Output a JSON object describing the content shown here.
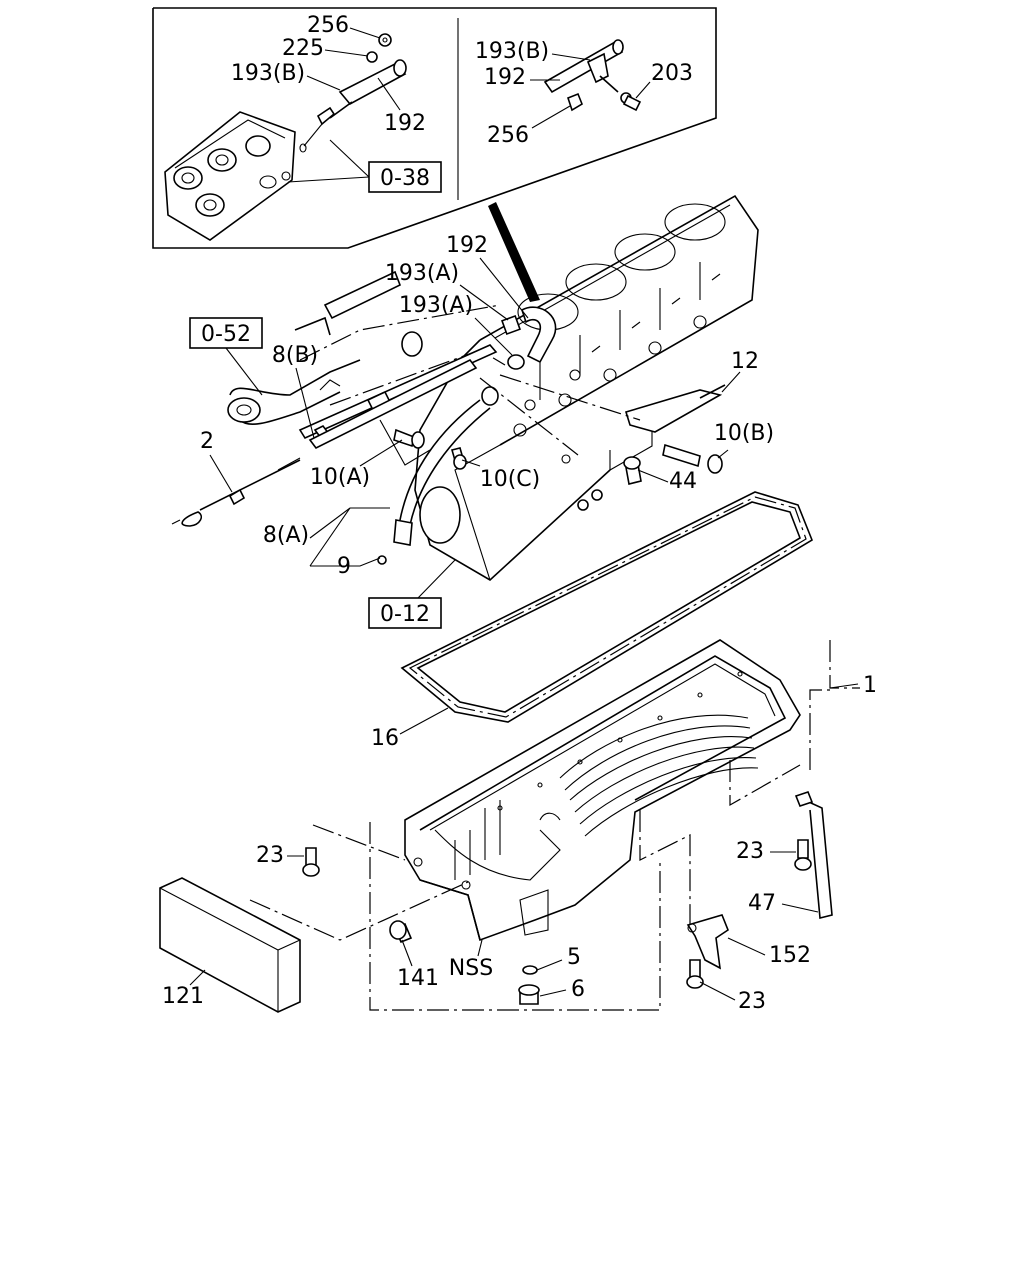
{
  "refs": [
    "0-38",
    "0-52",
    "0-12"
  ],
  "callouts": {
    "inset_left": [
      "256",
      "225",
      "193(B)",
      "192"
    ],
    "inset_right": [
      "193(B)",
      "192",
      "203",
      "256"
    ],
    "main": [
      "192",
      "193(A)",
      "193(A)",
      "8(B)",
      "12",
      "2",
      "10(A)",
      "10(C)",
      "10(B)",
      "44",
      "8(A)",
      "9",
      "1",
      "16",
      "23",
      "23",
      "47",
      "152",
      "23",
      "121",
      "141",
      "NSS",
      "5",
      "6"
    ]
  }
}
